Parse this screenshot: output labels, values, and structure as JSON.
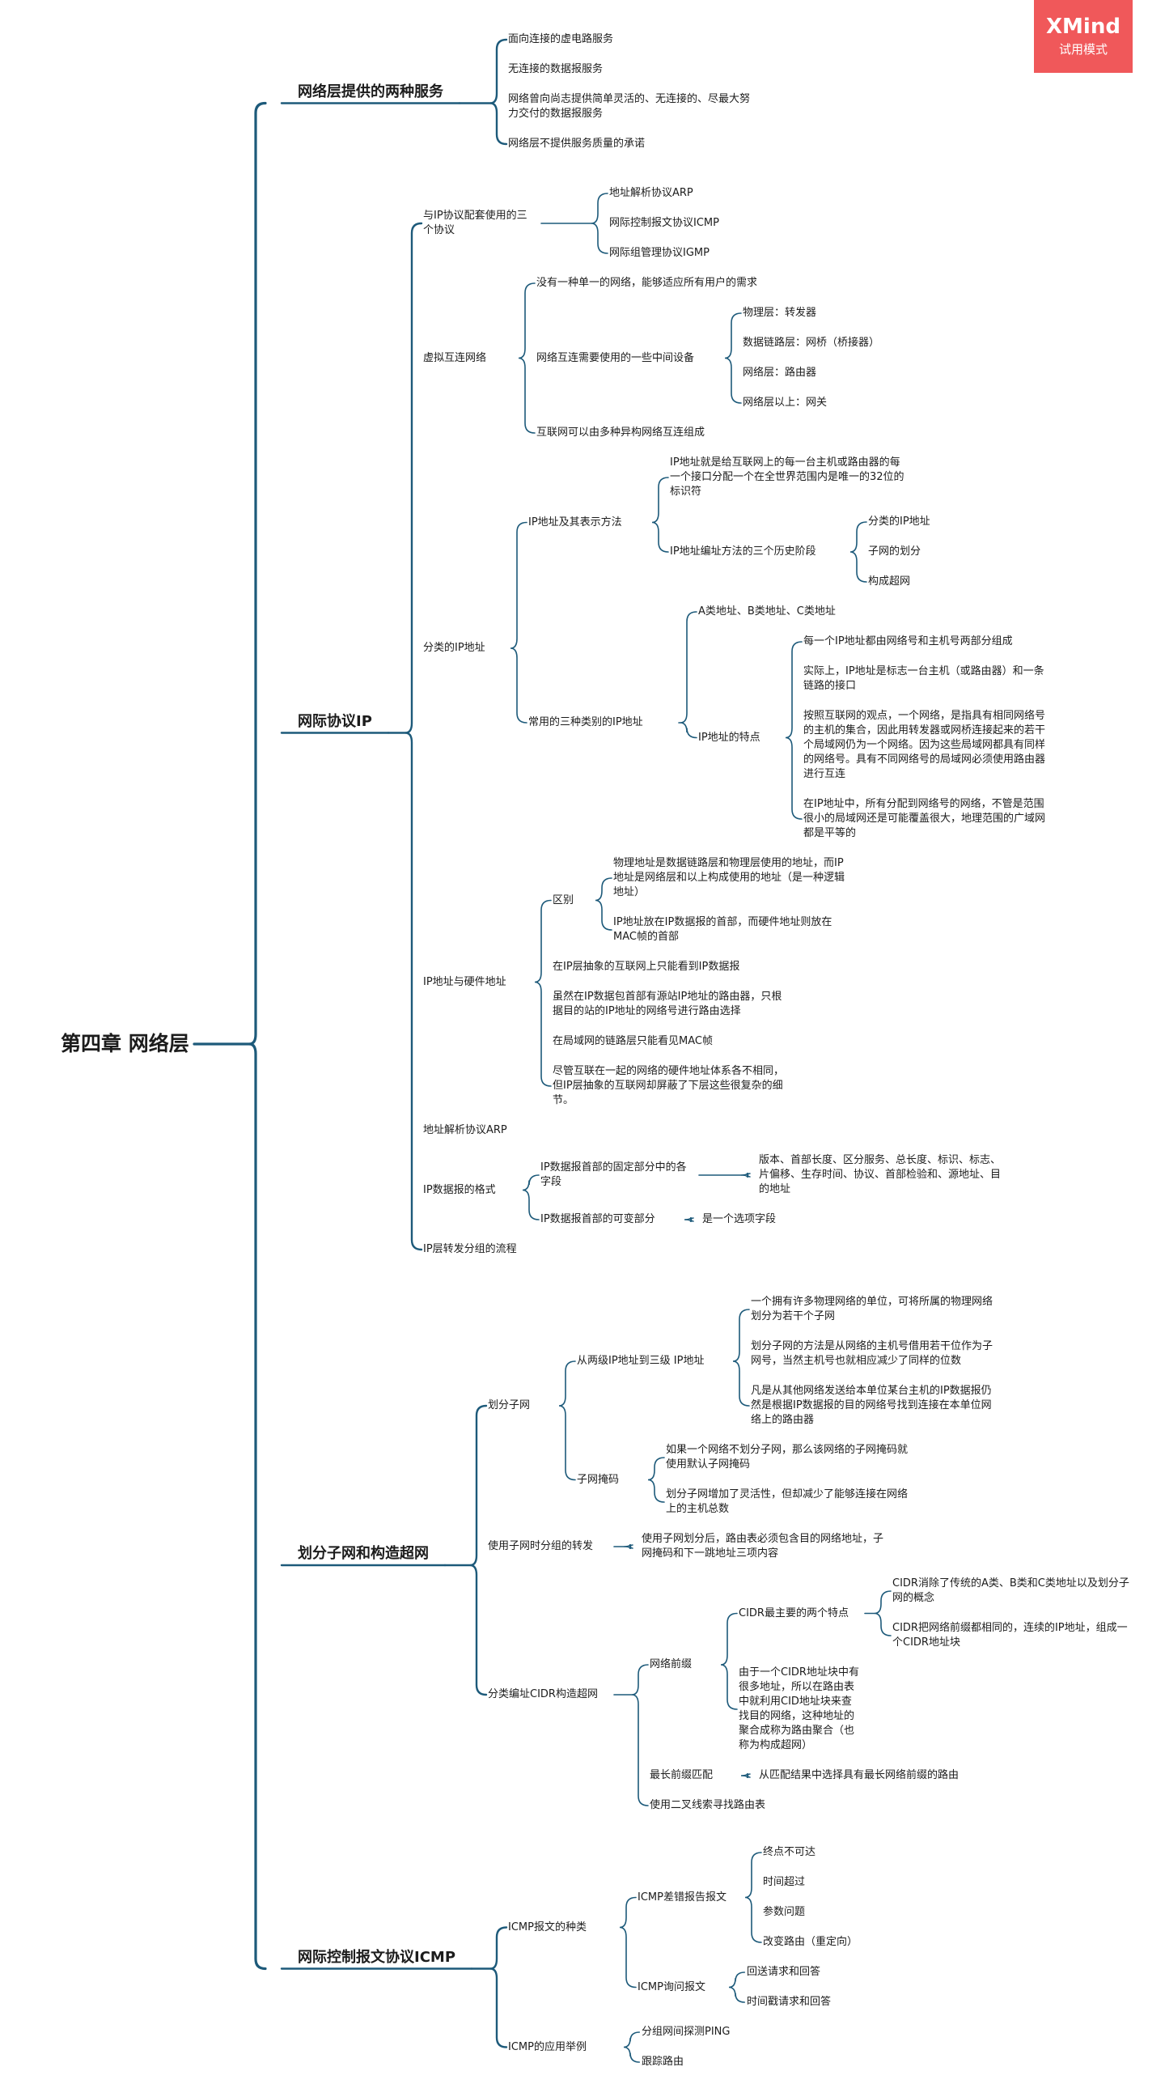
{
  "badge": {
    "brand": "XMind",
    "mode": "试用模式"
  },
  "colors": {
    "branch": "#1d5a7a",
    "text": "#1c1c1c",
    "badge": "#f0585a"
  },
  "mindmap": {
    "text": "第四章 网络层",
    "children": [
      {
        "text": "网络层提供的两种服务",
        "children": [
          {
            "text": "面向连接的虚电路服务"
          },
          {
            "text": "无连接的数据报服务"
          },
          {
            "text": "网络曾向尚志提供简单灵活的、无连接的、尽最大努力交付的数据报服务"
          },
          {
            "text": "网络层不提供服务质量的承诺"
          }
        ]
      },
      {
        "text": "网际协议IP",
        "children": [
          {
            "text": "与IP协议配套使用的三个协议",
            "children": [
              {
                "text": "地址解析协议ARP"
              },
              {
                "text": "网际控制报文协议ICMP"
              },
              {
                "text": "网际组管理协议IGMP"
              }
            ]
          },
          {
            "text": "虚拟互连网络",
            "children": [
              {
                "text": "没有一种单一的网络，能够适应所有用户的需求"
              },
              {
                "text": "网络互连需要使用的一些中间设备",
                "children": [
                  {
                    "text": "物理层：转发器"
                  },
                  {
                    "text": "数据链路层：网桥（桥接器）"
                  },
                  {
                    "text": "网络层：路由器"
                  },
                  {
                    "text": "网络层以上：网关"
                  }
                ]
              },
              {
                "text": "互联网可以由多种异构网络互连组成"
              }
            ]
          },
          {
            "text": "分类的IP地址",
            "children": [
              {
                "text": "IP地址及其表示方法",
                "children": [
                  {
                    "text": "IP地址就是给互联网上的每一台主机或路由器的每一个接口分配一个在全世界范围内是唯一的32位的标识符"
                  },
                  {
                    "text": "IP地址编址方法的三个历史阶段",
                    "children": [
                      {
                        "text": "分类的IP地址"
                      },
                      {
                        "text": "子网的划分"
                      },
                      {
                        "text": "构成超网"
                      }
                    ]
                  }
                ]
              },
              {
                "text": "常用的三种类别的IP地址",
                "children": [
                  {
                    "text": "A类地址、B类地址、C类地址"
                  },
                  {
                    "text": "IP地址的特点",
                    "children": [
                      {
                        "text": "每一个IP地址都由网络号和主机号两部分组成"
                      },
                      {
                        "text": "实际上，IP地址是标志一台主机（或路由器）和一条链路的接口"
                      },
                      {
                        "text": "按照互联网的观点，一个网络，是指具有相同网络号的主机的集合，因此用转发器或网桥连接起来的若干个局域网仍为一个网络。因为这些局域网都具有同样的网络号。具有不同网络号的局域网必须使用路由器进行互连"
                      },
                      {
                        "text": "在IP地址中，所有分配到网络号的网络，不管是范围很小的局域网还是可能覆盖很大，地理范围的广域网都是平等的"
                      }
                    ]
                  }
                ]
              }
            ]
          },
          {
            "text": "IP地址与硬件地址",
            "children": [
              {
                "text": "区别",
                "children": [
                  {
                    "text": "物理地址是数据链路层和物理层使用的地址，而IP地址是网络层和以上构成使用的地址（是一种逻辑地址）"
                  },
                  {
                    "text": "IP地址放在IP数据报的首部，而硬件地址则放在MAC帧的首部"
                  }
                ]
              },
              {
                "text": "在IP层抽象的互联网上只能看到IP数据报"
              },
              {
                "text": "虽然在IP数据包首部有源站IP地址的路由器，只根据目的站的IP地址的网络号进行路由选择"
              },
              {
                "text": "在局域网的链路层只能看见MAC帧"
              },
              {
                "text": "尽管互联在一起的网络的硬件地址体系各不相同，但IP层抽象的互联网却屏蔽了下层这些很复杂的细节。"
              }
            ]
          },
          {
            "text": "地址解析协议ARP"
          },
          {
            "text": "IP数据报的格式",
            "children": [
              {
                "text": "IP数据报首部的固定部分中的各字段",
                "children": [
                  {
                    "text": "版本、首部长度、区分服务、总长度、标识、标志、片偏移、生存时间、协议、首部检验和、源地址、目的地址"
                  }
                ]
              },
              {
                "text": "IP数据报首部的可变部分",
                "children": [
                  {
                    "text": "是一个选项字段"
                  }
                ]
              }
            ]
          },
          {
            "text": "IP层转发分组的流程"
          }
        ]
      },
      {
        "text": "划分子网和构造超网",
        "children": [
          {
            "text": "划分子网",
            "children": [
              {
                "text": "从两级IP地址到三级 IP地址",
                "children": [
                  {
                    "text": "一个拥有许多物理网络的单位，可将所属的物理网络划分为若干个子网"
                  },
                  {
                    "text": "划分子网的方法是从网络的主机号借用若干位作为子网号，当然主机号也就相应减少了同样的位数"
                  },
                  {
                    "text": "凡是从其他网络发送给本单位某台主机的IP数据报仍然是根据IP数据报的目的网络号找到连接在本单位网络上的路由器"
                  }
                ]
              },
              {
                "text": "子网掩码",
                "children": [
                  {
                    "text": "如果一个网络不划分子网，那么该网络的子网掩码就使用默认子网掩码"
                  },
                  {
                    "text": "划分子网增加了灵活性，但却减少了能够连接在网络上的主机总数"
                  }
                ]
              }
            ]
          },
          {
            "text": "使用子网时分组的转发",
            "children": [
              {
                "text": "使用子网划分后，路由表必须包含目的网络地址，子网掩码和下一跳地址三项内容"
              }
            ]
          },
          {
            "text": "分类编址CIDR构造超网",
            "children": [
              {
                "text": "网络前缀",
                "children": [
                  {
                    "text": "CIDR最主要的两个特点",
                    "children": [
                      {
                        "text": "CIDR消除了传统的A类、B类和C类地址以及划分子网的概念"
                      },
                      {
                        "text": "CIDR把网络前缀都相同的，连续的IP地址，组成一个CIDR地址块"
                      }
                    ]
                  },
                  {
                    "text": "由于一个CIDR地址块中有很多地址，所以在路由表中就利用CID地址块来查找目的网络，这种地址的聚合成称为路由聚合（也称为构成超网）"
                  }
                ]
              },
              {
                "text": "最长前缀匹配",
                "children": [
                  {
                    "text": "从匹配结果中选择具有最长网络前缀的路由"
                  }
                ]
              },
              {
                "text": "使用二叉线索寻找路由表"
              }
            ]
          }
        ]
      },
      {
        "text": "网际控制报文协议ICMP",
        "children": [
          {
            "text": "ICMP报文的种类",
            "children": [
              {
                "text": "ICMP差错报告报文",
                "children": [
                  {
                    "text": "终点不可达"
                  },
                  {
                    "text": "时间超过"
                  },
                  {
                    "text": "参数问题"
                  },
                  {
                    "text": "改变路由（重定向）"
                  }
                ]
              },
              {
                "text": "ICMP询问报文",
                "children": [
                  {
                    "text": "回送请求和回答"
                  },
                  {
                    "text": "时间戳请求和回答"
                  }
                ]
              }
            ]
          },
          {
            "text": "ICMP的应用举例",
            "children": [
              {
                "text": "分组网间探测PING"
              },
              {
                "text": "跟踪路由"
              }
            ]
          }
        ]
      }
    ]
  }
}
